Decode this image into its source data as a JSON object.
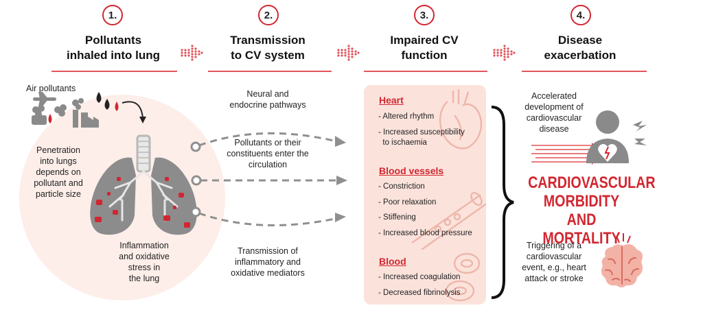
{
  "steps": [
    {
      "number": "1.",
      "title_line1": "Pollutants",
      "title_line2": "inhaled into lung"
    },
    {
      "number": "2.",
      "title_line1": "Transmission",
      "title_line2": "to CV system"
    },
    {
      "number": "3.",
      "title_line1": "Impaired CV",
      "title_line2": "function"
    },
    {
      "number": "4.",
      "title_line1": "Disease",
      "title_line2": "exacerbation"
    }
  ],
  "lung_panel": {
    "air_pollutants": "Air pollutants",
    "penetration": [
      "Penetration",
      "into lungs",
      "depends on",
      "pollutant and",
      "particle size"
    ],
    "inflammation": [
      "Inflammation",
      "and oxidative",
      "stress in",
      "the lung"
    ]
  },
  "pathways": {
    "neural": [
      "Neural and",
      "endocrine pathways"
    ],
    "constituents": [
      "Pollutants or their",
      "constituents enter the",
      "circulation"
    ],
    "mediators": [
      "Transmission of",
      "inflammatory and",
      "oxidative mediators"
    ]
  },
  "cv_function": {
    "heart": {
      "title": "Heart",
      "items": [
        "- Altered rhythm",
        "- Increased susceptibility",
        "  to ischaemia"
      ]
    },
    "vessels": {
      "title": "Blood vessels",
      "items": [
        "- Constriction",
        "- Poor relaxation",
        "- Stiffening",
        "- Increased blood pressure"
      ]
    },
    "blood": {
      "title": "Blood",
      "items": [
        "- Increased coagulation",
        "- Decreased fibrinolysis"
      ]
    }
  },
  "outcome": {
    "accelerated": [
      "Accelerated",
      "development of",
      "cardiovascular",
      "disease"
    ],
    "headline": [
      "CARDIOVASCULAR",
      "MORBIDITY AND",
      "MORTALITY"
    ],
    "triggering": [
      "Triggering of a",
      "cardiovascular",
      "event, e.g., heart",
      "attack or stroke"
    ]
  },
  "colors": {
    "accent": "#d22630",
    "panel": "#fbe3dc",
    "gray": "#8a8a8a",
    "lightpink": "#fdf0ec"
  }
}
